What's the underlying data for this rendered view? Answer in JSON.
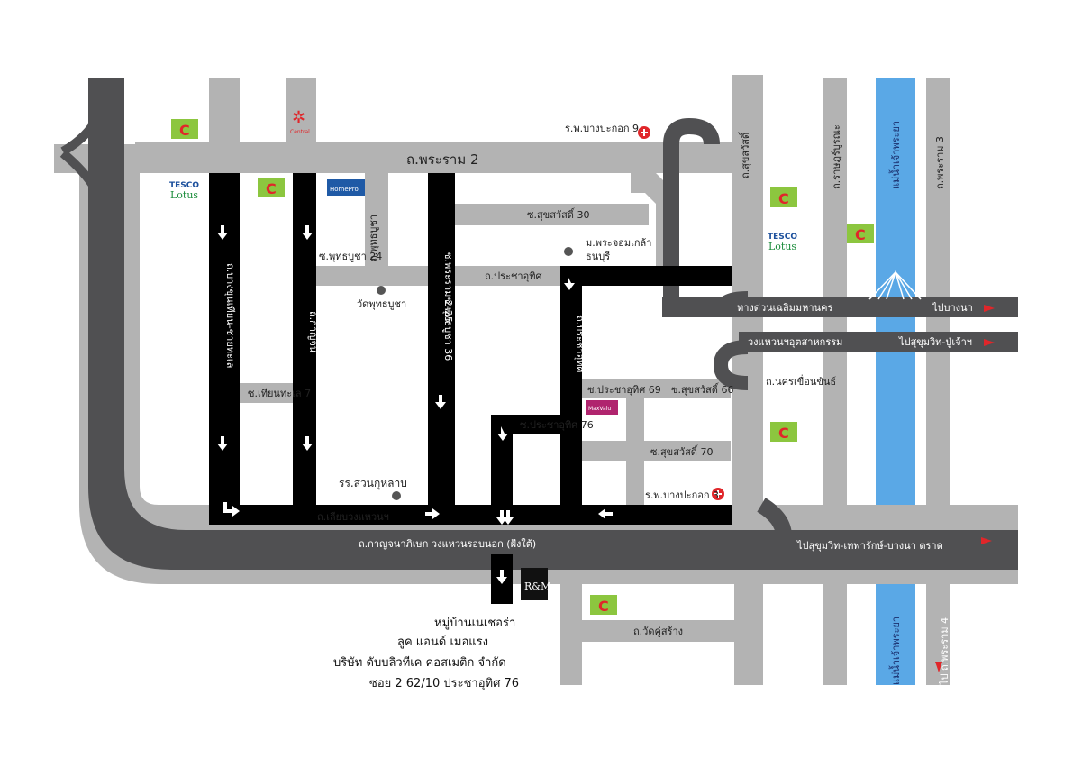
{
  "roads": {
    "rama2": "ถ.พระราม 2",
    "sukhumvit_soi30": "ซ.สุขสวัสดิ์ 30",
    "pracha_uthit_road": "ถ.ประชาอุทิศ",
    "phutthabucha24": "ซ.พุทธบูชา 24",
    "phutthabucha_rd": "ถ.พุทธบูชา",
    "rama2_25": "ซ.พระราม 2-25",
    "phutthabucha36": "ซ.พุทธบูชา 36",
    "bangkhunthian": "ถ.บางขุนเทียน-ชายทะเล",
    "kanlapaphruek": "ถ.กาญจน",
    "tian_thale7": "ซ.เทียนทะเล 7",
    "pracha_uthit_vertical": "ถ.ประชาอุทิศ",
    "pracha_uthit69": "ซ.ประชาอุทิศ 69",
    "suksawat66": "ซ.สุขสวัสดิ์ 66",
    "pracha_uthit76": "ซ.ประชาอุทิศ 76",
    "suksawat70": "ซ.สุขสวัสดิ์ 70",
    "liap_wongwaen": "ถ.เลียบวงแหวนฯ",
    "outer_ring": "ถ.กาญจนาภิเษก วงแหวนรอบนอก (ฝั่งใต้)",
    "suksawat_rd": "ถ.สุขสวัสดิ์",
    "ratburana": "ถ.ราษฎร์บูรณะ",
    "rama3": "ถ.พระราม 3",
    "expressway": "ทางด่วนเฉลิมมหานคร",
    "industrial_ring": "วงแหวนฯอุตสาหกรรม",
    "nakhon_khuean_khan": "ถ.นครเขื่อนขันธ์",
    "wat_khu_sang": "ถ.วัดคู่สร้าง"
  },
  "directions": {
    "bangna": "ไปบางนา",
    "sukhumvit_pu_chao": "ไปสุขุมวิท-ปู่เจ้าฯ",
    "sukhumvit_trat": "ไปสุขุมวิท-เทพารักษ์-บางนา ตราด",
    "rama4": "ไป ถ.พระราม 4"
  },
  "river": {
    "upper": "แม่น้ำเจ้าพระยา",
    "lower": "แม่น้ำเจ้าพระยา"
  },
  "landmarks": {
    "bangpakok9": "ร.พ.บางปะกอก 9",
    "bangpakok3": "ร.พ.บางปะกอก 3",
    "kmutt": "ม.พระจอมเกล้า",
    "kmutt2": "ธนบุรี",
    "wat_phutthabucha": "วัดพุทธบูชา",
    "school": "รร.สวนกุหลาบ",
    "tesco_name": "TESCO",
    "lotus_name": "Lotus",
    "homepro": "HomePro",
    "central": "Central",
    "bigc": "C",
    "maxvalu": "MaxValu"
  },
  "company": {
    "logo": "R&M",
    "line1": "หมู่บ้านเนเชอร่า",
    "line2": "ลูค แอนด์ เมอแรง",
    "line3": "บริษัท ดับบลิวทีเค คอสเมติก จำกัด",
    "line4": "ซอย 2   62/10 ประชาอุทิศ 76"
  },
  "colors": {
    "minor_road": "#b3b3b3",
    "main_road": "#505052",
    "route": "#000000",
    "river": "#5aa8e6",
    "hospital_red": "#e0262a",
    "bigc_green": "#8cc63f"
  }
}
